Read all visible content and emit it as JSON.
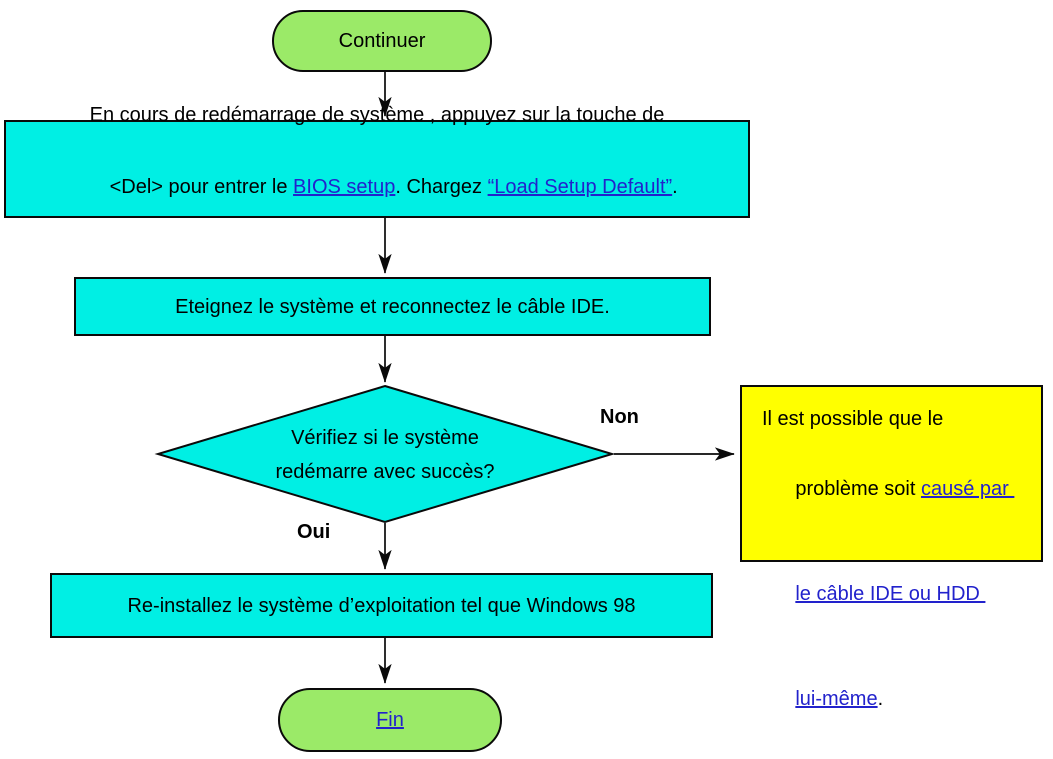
{
  "colors": {
    "node_cyan": "#00efe4",
    "node_green": "#9bea68",
    "note_yellow": "#ffff00",
    "link_blue": "#2222cc",
    "outline_black": "#0a0a0a"
  },
  "flow": {
    "start_label": "Continuer",
    "step_bios": {
      "line1": "En cours de redémarrage de système , appuyez sur la touche de",
      "line2_pre": "<Del> pour entrer le ",
      "line2_link_bios": "BIOS setup",
      "line2_mid": ". Chargez ",
      "line2_link_default": "“Load Setup Default”",
      "line2_post": "."
    },
    "step_power": "Eteignez le système et reconnectez le câble IDE.",
    "decision": {
      "line1": "Vérifiez si le système",
      "line2": "redémarre avec succès?"
    },
    "branch_no": "Non",
    "branch_yes": "Oui",
    "note": {
      "line1": "Il est possible que le",
      "line2_pre": "problème soit ",
      "line2_link": "causé par ",
      "line3_link": "le câble IDE ou HDD ",
      "line4_link": "lui-même",
      "line4_post": "."
    },
    "step_reinstall": "Re-installez le système d’exploitation tel que Windows 98",
    "end_label": "Fin"
  }
}
